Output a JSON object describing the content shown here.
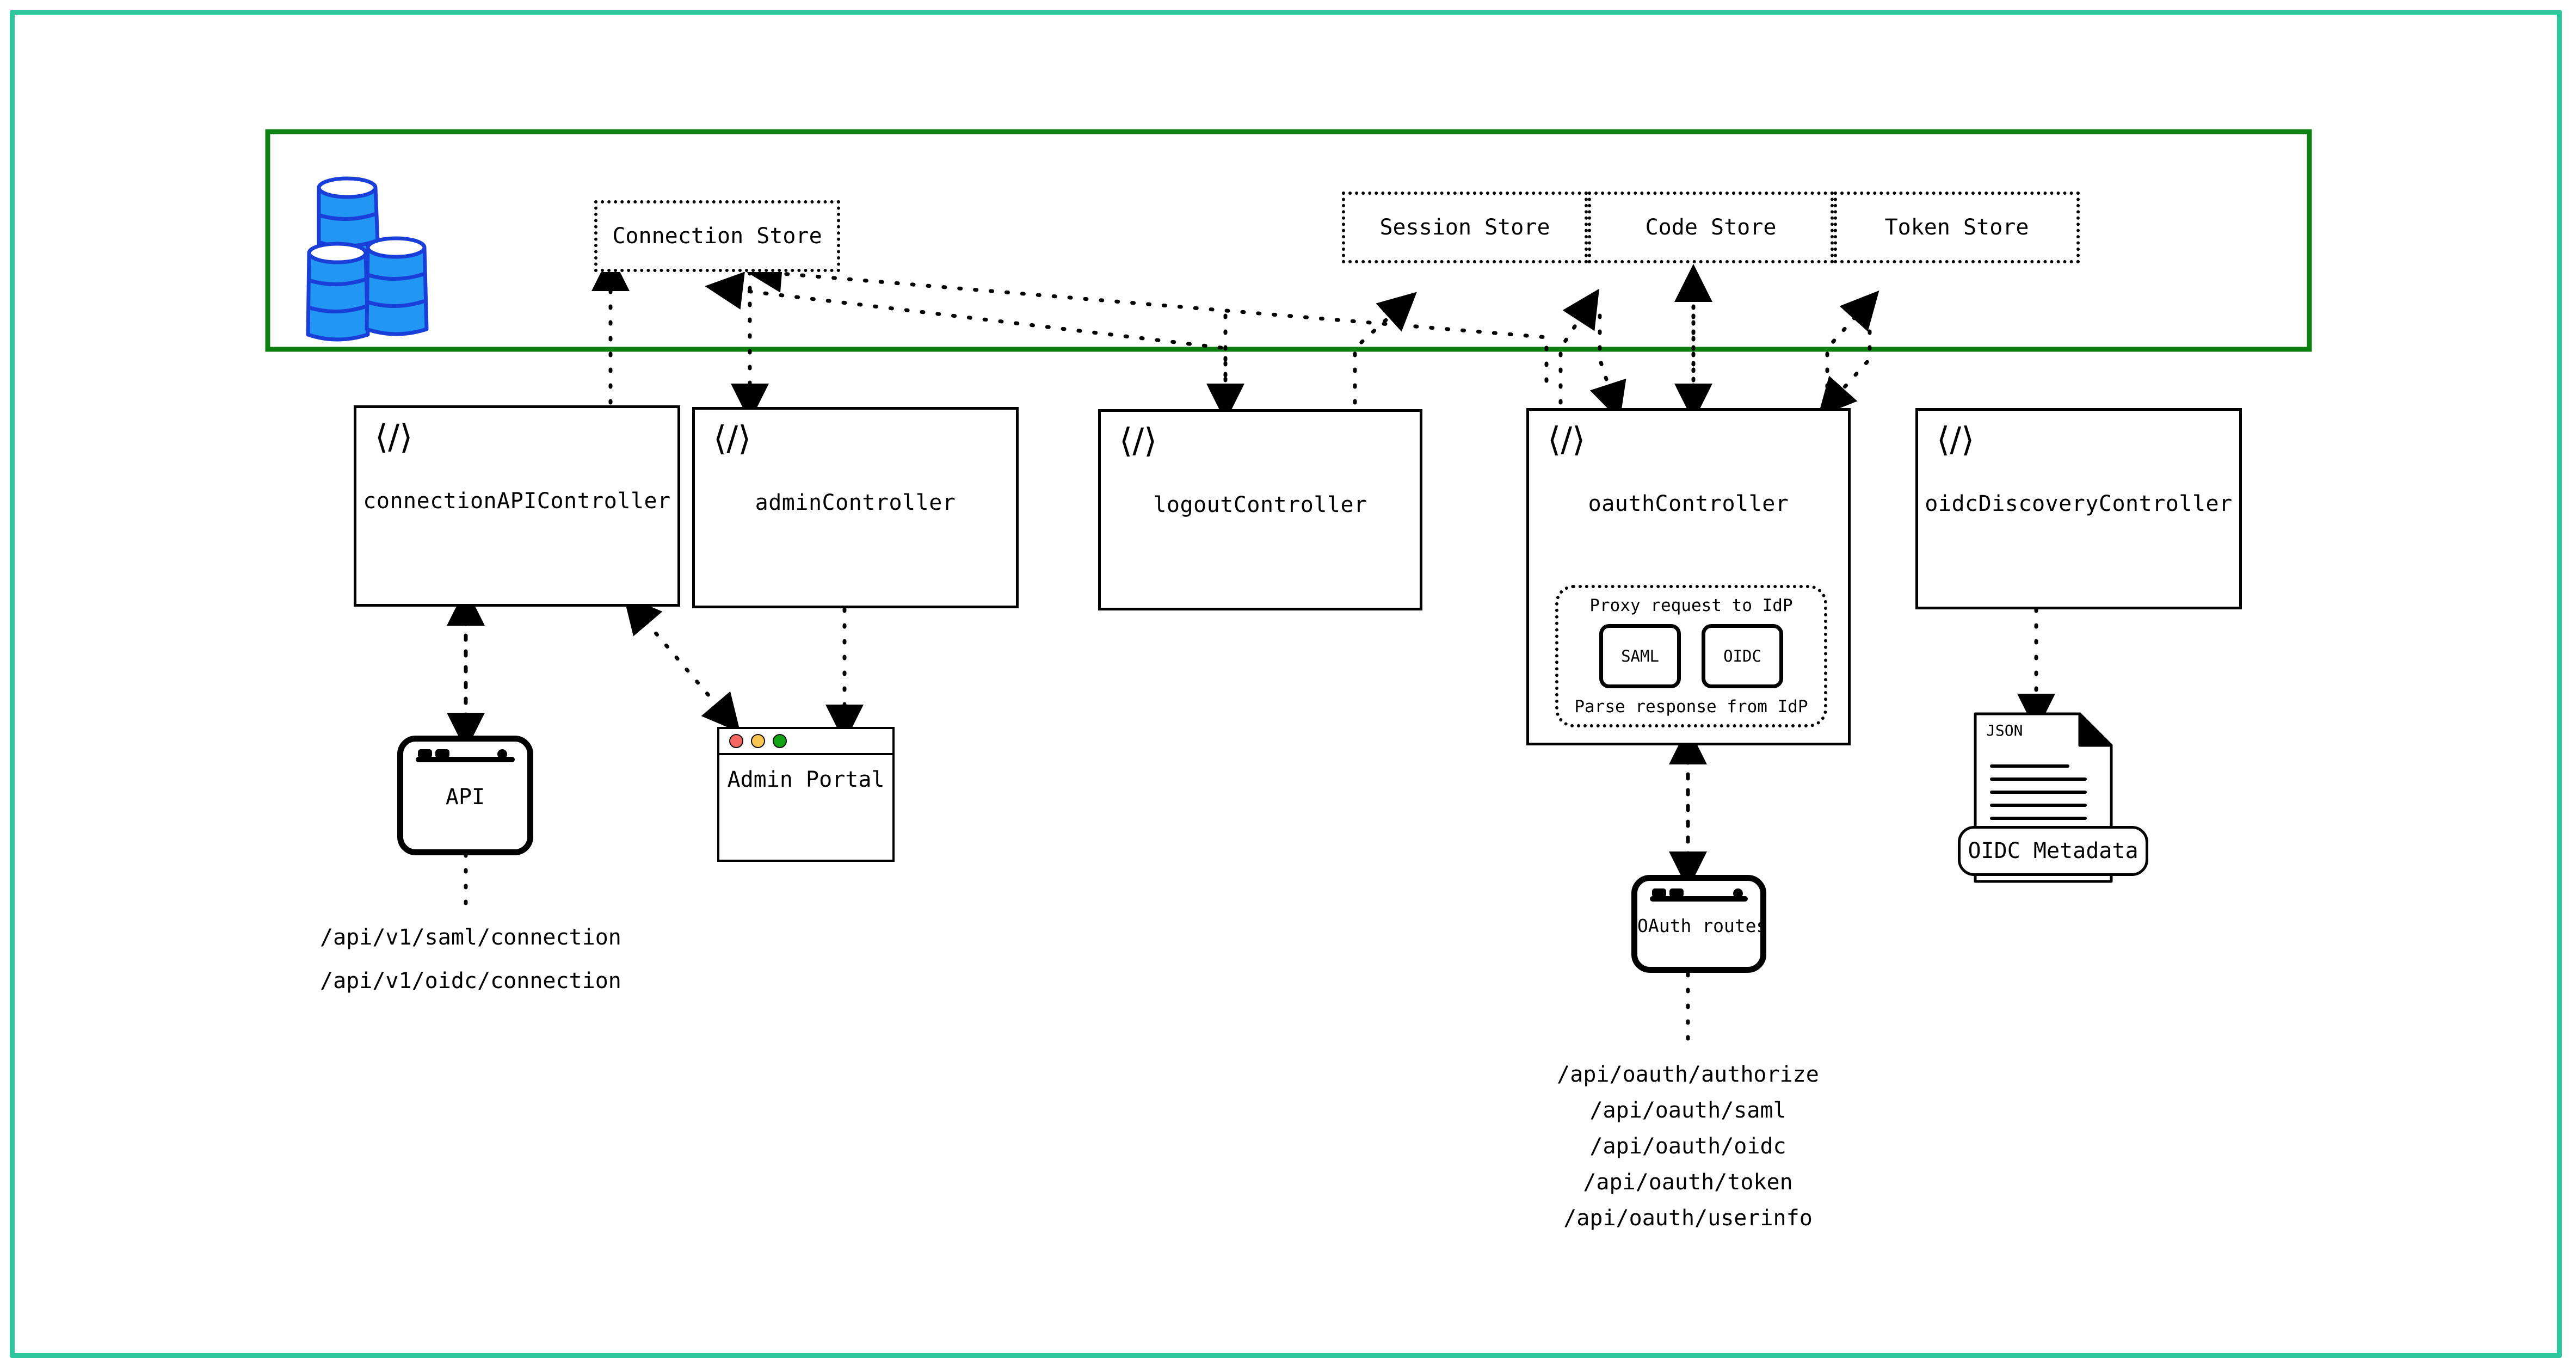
{
  "frame": {
    "outer_color": "#2fc59d",
    "container_color": "#0e8011"
  },
  "datastore_container": {
    "name": "datastore-container",
    "db_icon": "database-stack-icon",
    "db_colors": {
      "fill": "#2196f3",
      "stroke": "#1a3fd8"
    },
    "stores": [
      {
        "id": "connection-store",
        "label": "Connection Store"
      },
      {
        "id": "session-store",
        "label": "Session Store"
      },
      {
        "id": "code-store",
        "label": "Code Store"
      },
      {
        "id": "token-store",
        "label": "Token Store"
      }
    ]
  },
  "controllers": [
    {
      "id": "connection-api-controller",
      "label": "connectionAPIController",
      "icon": "code-icon"
    },
    {
      "id": "admin-controller",
      "label": "adminController",
      "icon": "code-icon"
    },
    {
      "id": "logout-controller",
      "label": "logoutController",
      "icon": "code-icon"
    },
    {
      "id": "oauth-controller",
      "label": "oauthController",
      "icon": "code-icon"
    },
    {
      "id": "oidc-discovery-controller",
      "label": "oidcDiscoveryController",
      "icon": "code-icon"
    }
  ],
  "idp_group": {
    "top_caption": "Proxy request to IdP",
    "bottom_caption": "Parse response from IdP",
    "chips": [
      {
        "id": "saml-chip",
        "label": "SAML"
      },
      {
        "id": "oidc-chip",
        "label": "OIDC"
      }
    ]
  },
  "clients": {
    "api": {
      "id": "api-node",
      "label": "API",
      "icon": "api-device-icon"
    },
    "admin_portal": {
      "id": "admin-portal-node",
      "label": "Admin Portal",
      "icon": "browser-window-icon"
    },
    "oauth_routes": {
      "id": "oauth-routes-node",
      "label": "OAuth routes",
      "icon": "browser-window-icon"
    },
    "oidc_metadata": {
      "id": "oidc-metadata-node",
      "label": "OIDC Metadata",
      "doc_badge": "JSON",
      "icon": "json-document-icon"
    }
  },
  "endpoints": {
    "connection_api": [
      "/api/v1/saml/connection",
      "/api/v1/oidc/connection"
    ],
    "oauth": [
      "/api/oauth/authorize",
      "/api/oauth/saml",
      "/api/oauth/oidc",
      "/api/oauth/token",
      "/api/oauth/userinfo"
    ]
  }
}
